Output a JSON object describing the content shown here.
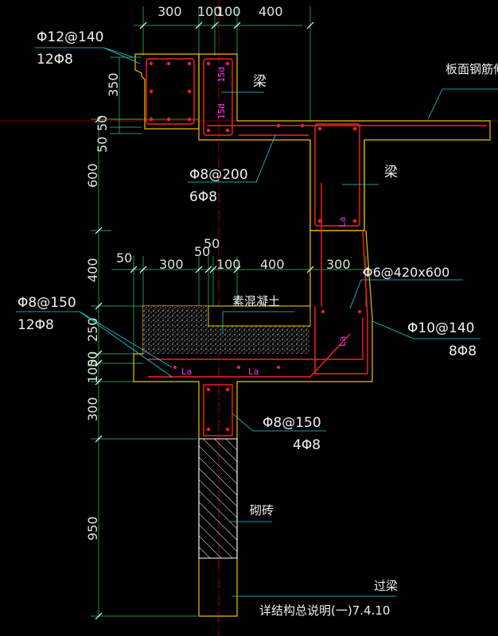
{
  "colors": {
    "background": "#000000",
    "dimension": "#2ecc71",
    "outline": "#f0c000",
    "rebar": "#ff2020",
    "leader": "#20d0e0",
    "axis": "#ff0000",
    "text": "#f0f0f0",
    "tag": "#ff33ff"
  },
  "top_dimensions": [
    "300",
    "100",
    "100",
    "400"
  ],
  "mid_dimensions": [
    "50",
    "300",
    "50",
    "50",
    "100",
    "400",
    "300"
  ],
  "left_dimensions": [
    "350",
    "50",
    "50",
    "600",
    "400",
    "250",
    "50",
    "100",
    "300",
    "950"
  ],
  "callouts": {
    "top_stirrup": "Φ12@140",
    "top_bars": "12Φ8",
    "beam_1": "梁",
    "slab_rebar": "板面钢筋伸",
    "stirrup_200": "Φ8@200",
    "bars_6": "6Φ8",
    "beam_2": "梁",
    "stirrup_6": "Φ6@420x600",
    "plain_concrete": "素混凝土",
    "left_stirrup": "Φ8@150",
    "left_bars": "12Φ8",
    "right_stirrup": "Φ10@140",
    "right_bars": "8Φ8",
    "post_stirrup": "Φ8@150",
    "post_bars": "4Φ8",
    "brick": "砌砖",
    "lintel": "过梁",
    "reference": "详结构总说明(一)7.4.10"
  },
  "rebar_tags": {
    "anchor_15d_a": "15d",
    "anchor_15d_b": "15d",
    "la_right_upper": "La",
    "la_right_lower": "La",
    "la_bottom_1": "La",
    "la_bottom_2": "La"
  }
}
